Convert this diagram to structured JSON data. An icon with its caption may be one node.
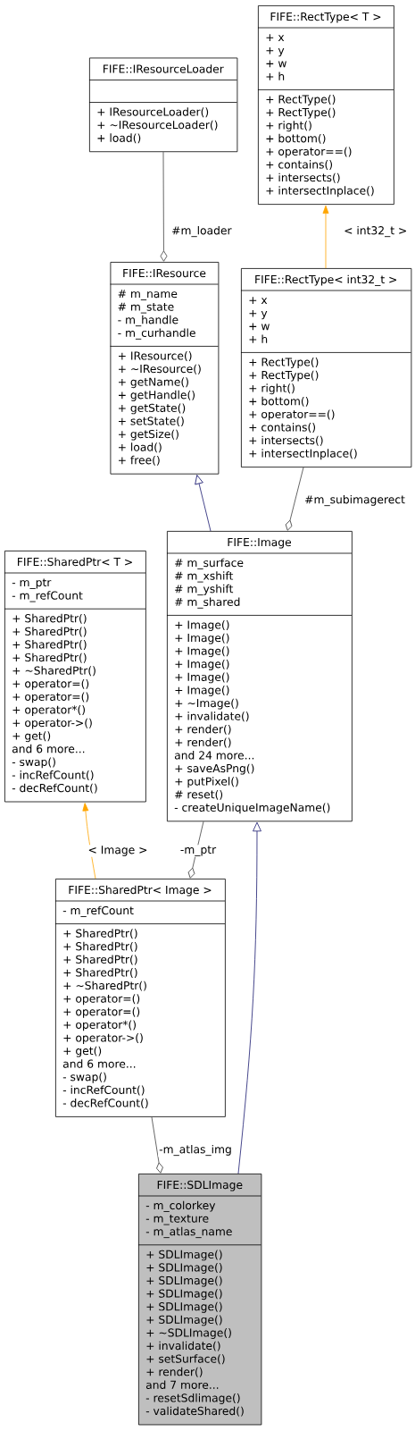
{
  "diagram": {
    "nodes": [
      {
        "text": [
          "FIFE::IResourceLoader",
          "+ IResourceLoader()",
          "+ ~IResourceLoader()",
          "+ load()"
        ]
      },
      {
        "text": [
          "FIFE::RectType< T >",
          "+ x",
          "+ y",
          "+ w",
          "+ h",
          "+ RectType()",
          "+ RectType()",
          "+ right()",
          "+ bottom()",
          "+ operator==()",
          "+ contains()",
          "+ intersects()",
          "+ intersectInplace()"
        ]
      },
      {
        "text": [
          "FIFE::IResource",
          "# m_name",
          "# m_state",
          "- m_handle",
          "- m_curhandle",
          "+ IResource()",
          "+ ~IResource()",
          "+ getName()",
          "+ getHandle()",
          "+ getState()",
          "+ setState()",
          "+ getSize()",
          "+ load()",
          "+ free()"
        ]
      },
      {
        "text": [
          "FIFE::RectType< int32_t >",
          "+ x",
          "+ y",
          "+ w",
          "+ h",
          "+ RectType()",
          "+ RectType()",
          "+ right()",
          "+ bottom()",
          "+ operator==()",
          "+ contains()",
          "+ intersects()",
          "+ intersectInplace()"
        ]
      },
      {
        "text": [
          "FIFE::SharedPtr< T >",
          "- m_ptr",
          "- m_refCount",
          "+ SharedPtr()",
          "+ SharedPtr()",
          "+ SharedPtr()",
          "+ SharedPtr()",
          "+ ~SharedPtr()",
          "+ operator=()",
          "+ operator=()",
          "+ operator*()",
          "+ operator->()",
          "+ get()",
          "and 6 more...",
          "- swap()",
          "- incRefCount()",
          "- decRefCount()"
        ]
      },
      {
        "text": [
          "FIFE::Image",
          "# m_surface",
          "# m_xshift",
          "# m_yshift",
          "# m_shared",
          "+ Image()",
          "+ Image()",
          "+ Image()",
          "+ Image()",
          "+ Image()",
          "+ Image()",
          "+ ~Image()",
          "+ invalidate()",
          "+ render()",
          "+ render()",
          "and 24 more...",
          "+ saveAsPng()",
          "+ putPixel()",
          "# reset()",
          "- createUniqueImageName()"
        ]
      },
      {
        "text": [
          "FIFE::SharedPtr< Image >",
          "- m_refCount",
          "+ SharedPtr()",
          "+ SharedPtr()",
          "+ SharedPtr()",
          "+ SharedPtr()",
          "+ ~SharedPtr()",
          "+ operator=()",
          "+ operator=()",
          "+ operator*()",
          "+ operator->()",
          "+ get()",
          "and 6 more...",
          "- swap()",
          "- incRefCount()",
          "- decRefCount()"
        ]
      },
      {
        "text": [
          "FIFE::SDLImage",
          "- m_colorkey",
          "- m_texture",
          "- m_atlas_name",
          "+ SDLImage()",
          "+ SDLImage()",
          "+ SDLImage()",
          "+ SDLImage()",
          "+ SDLImage()",
          "+ SDLImage()",
          "+ ~SDLImage()",
          "+ invalidate()",
          "+ setSurface()",
          "+ render()",
          "and 7 more...",
          "- resetSdlimage()",
          "- validateShared()"
        ]
      }
    ],
    "edges": [
      {
        "from": 0,
        "to": 2,
        "arrow": "other",
        "label": "#m_loader"
      },
      {
        "from": 3,
        "to": 1,
        "arrow": "to",
        "label": "< int32_t >",
        "color": "#ffa500"
      },
      {
        "from": 5,
        "to": 2,
        "arrow": "to",
        "color": "#191970"
      },
      {
        "from": 3,
        "to": 5,
        "arrow": "other",
        "label": "#m_subimagerect"
      },
      {
        "from": 6,
        "to": 4,
        "arrow": "to",
        "label": "< Image >",
        "color": "#ffa500"
      },
      {
        "from": 5,
        "to": 6,
        "arrow": "other",
        "label": "-m_ptr"
      },
      {
        "from": 7,
        "to": 5,
        "arrow": "to",
        "color": "#191970"
      },
      {
        "from": 6,
        "to": 7,
        "arrow": "other",
        "label": "-m_atlas_img"
      }
    ]
  }
}
